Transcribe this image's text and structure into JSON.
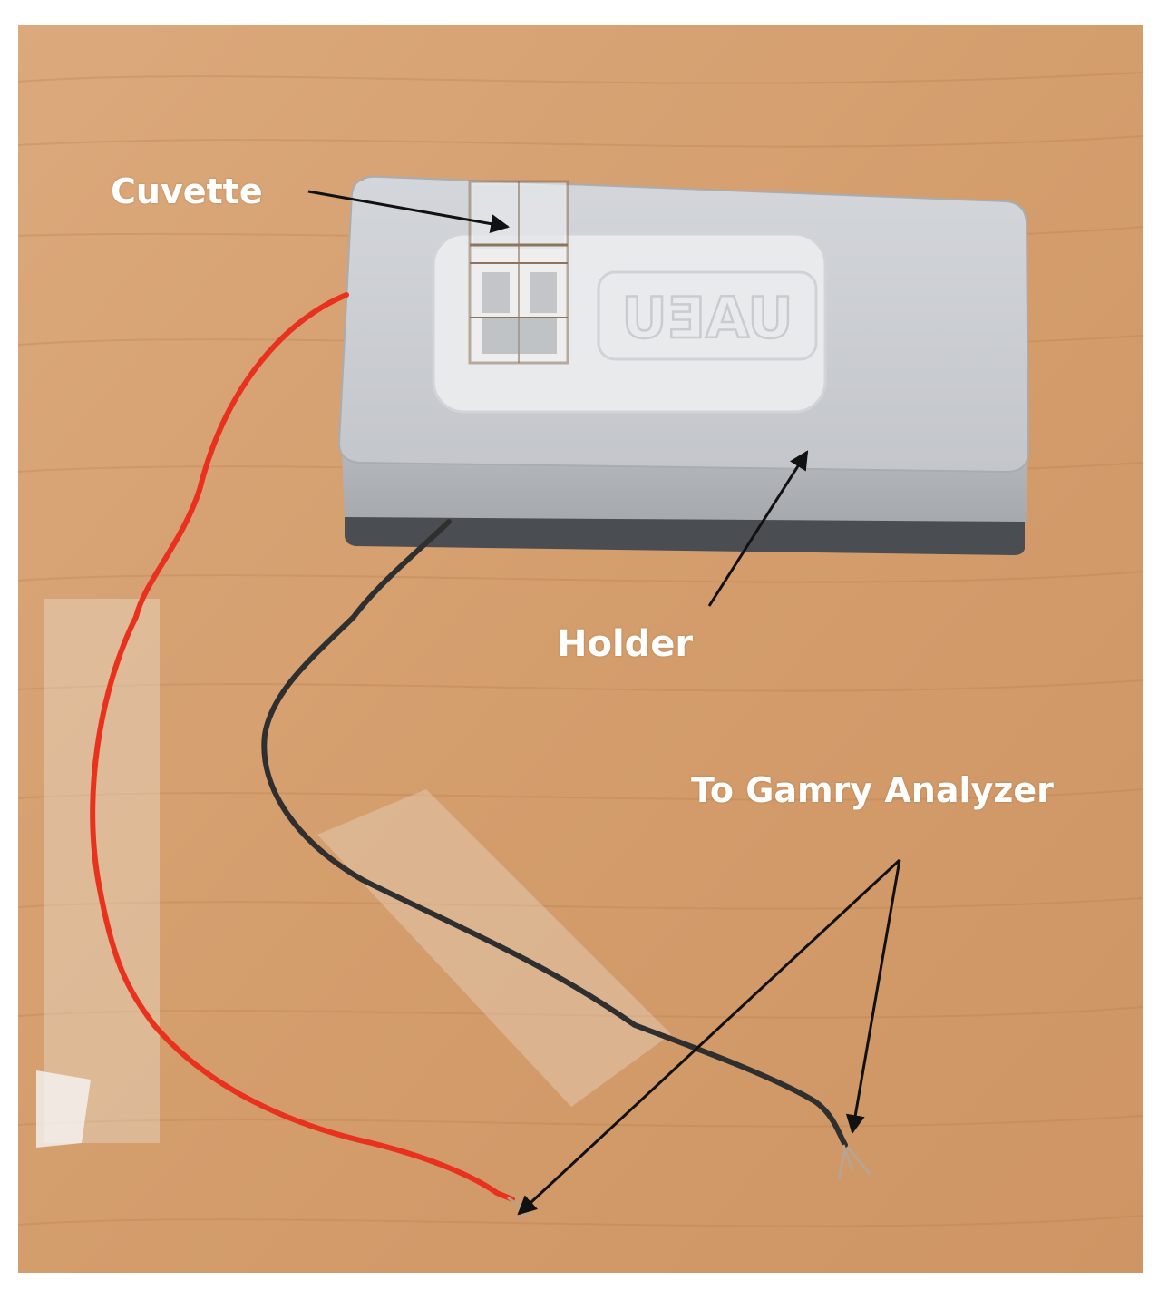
{
  "image": {
    "labels": {
      "cuvette": "Cuvette",
      "holder": "Holder",
      "gamry": "To Gamry Analyzer"
    },
    "device_logo_text": "UAEU",
    "colors": {
      "wood": "#d9a678",
      "wood_dark": "#c48a5c",
      "holder_gray": "#c9ccd1",
      "holder_base": "#4a4d52",
      "plate": "#e9eaec",
      "red_wire": "#e8321e",
      "black_wire": "#2f2f2f",
      "label_text": "#ffffff",
      "arrow": "#111111"
    }
  }
}
